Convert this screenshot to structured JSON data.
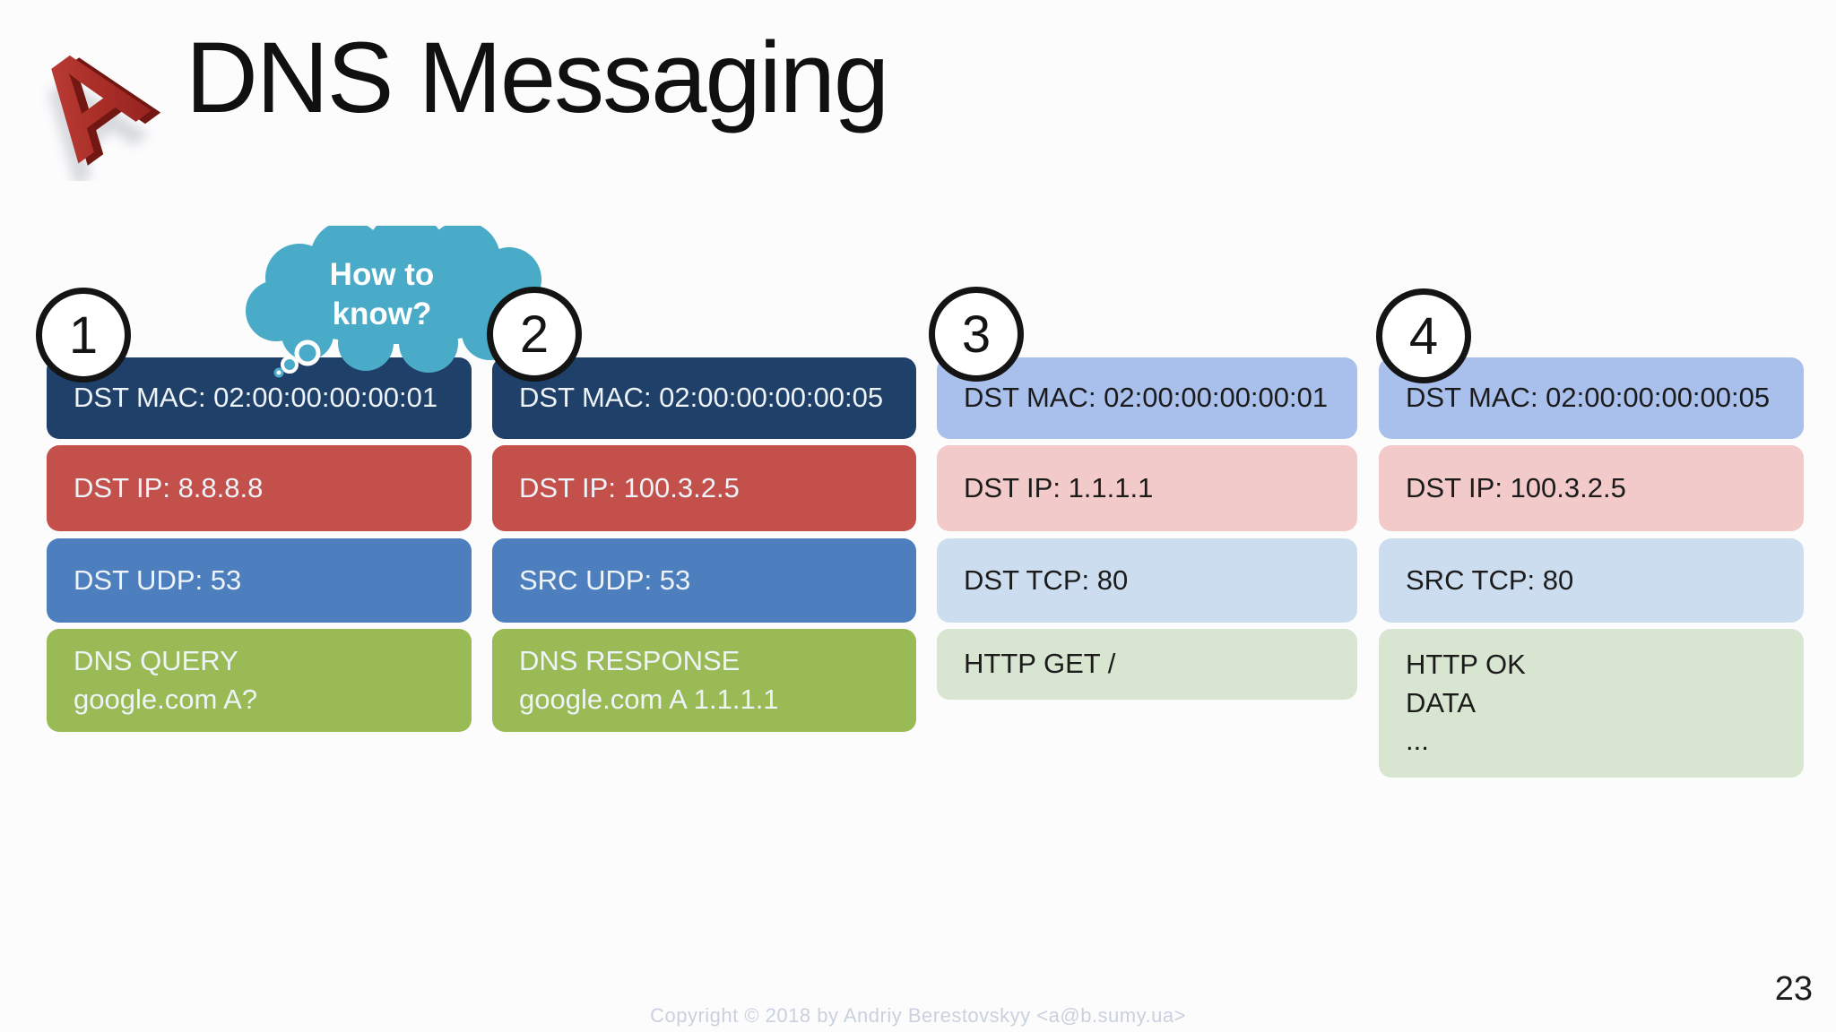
{
  "slide": {
    "title": "DNS Messaging",
    "logo_letter": "A",
    "page_number": "23",
    "footer": "Copyright © 2018 by Andriy Berestovskyy <a@b.sumy.ua>"
  },
  "thought_bubble": {
    "lines": [
      "How to",
      "know?"
    ]
  },
  "columns": [
    {
      "step": "1",
      "boxes": [
        {
          "text": "DST MAC: 02:00:00:00:00:01"
        },
        {
          "text": "DST IP: 8.8.8.8"
        },
        {
          "text": "DST UDP: 53"
        },
        {
          "lines": [
            "DNS QUERY",
            "google.com A?"
          ]
        }
      ]
    },
    {
      "step": "2",
      "boxes": [
        {
          "text": "DST MAC: 02:00:00:00:00:05"
        },
        {
          "text": "DST IP: 100.3.2.5"
        },
        {
          "text": "SRC UDP: 53"
        },
        {
          "lines": [
            "DNS RESPONSE",
            "google.com A 1.1.1.1"
          ]
        }
      ]
    },
    {
      "step": "3",
      "boxes": [
        {
          "text": "DST MAC: 02:00:00:00:00:01"
        },
        {
          "text": "DST IP: 1.1.1.1"
        },
        {
          "text": "DST TCP: 80"
        },
        {
          "lines": [
            "HTTP GET /"
          ]
        }
      ]
    },
    {
      "step": "4",
      "boxes": [
        {
          "text": "DST MAC: 02:00:00:00:00:05"
        },
        {
          "text": "DST IP: 100.3.2.5"
        },
        {
          "text": "SRC TCP: 80"
        },
        {
          "lines": [
            "HTTP OK",
            "DATA",
            "..."
          ]
        }
      ]
    }
  ],
  "colors": {
    "mac_solid": "#1f4068",
    "ip_solid": "#c3504b",
    "port_solid": "#4d7fbe",
    "payload_solid": "#9aba56",
    "mac_light": "#a9bfec",
    "ip_light": "#f2cac9",
    "port_light": "#cdddf0",
    "payload_light": "#d8e5d1",
    "cloud_teal": "#49abc7"
  }
}
